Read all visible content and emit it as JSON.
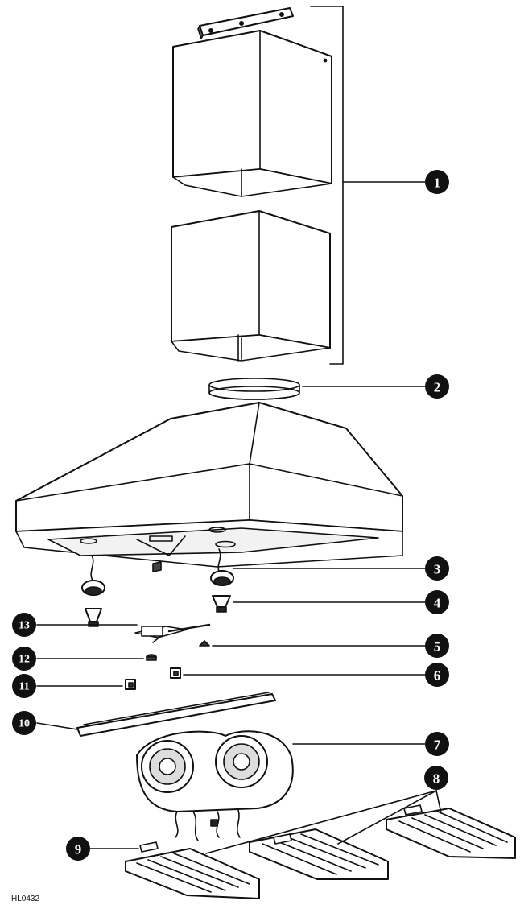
{
  "diagram": {
    "code": "HL0432",
    "callouts": [
      "1",
      "2",
      "3",
      "4",
      "5",
      "6",
      "7",
      "8",
      "9",
      "10",
      "11",
      "12",
      "13"
    ],
    "ink_color": "#111111"
  }
}
